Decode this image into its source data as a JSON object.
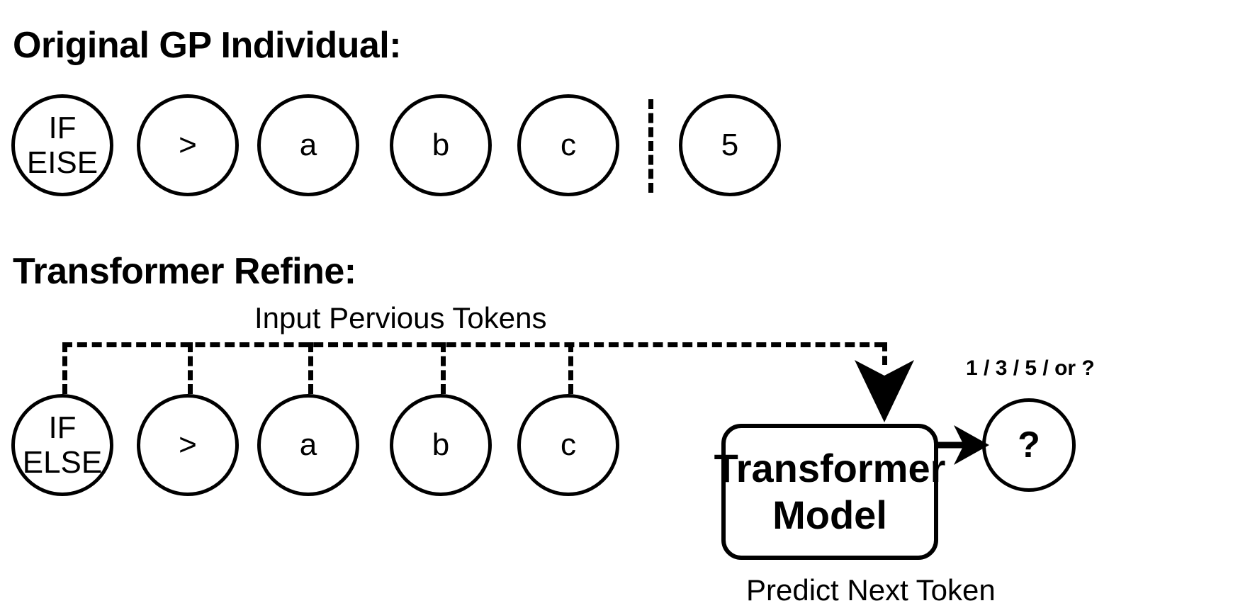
{
  "figure": {
    "background_color": "#ffffff",
    "stroke_color": "#000000"
  },
  "section_original": {
    "heading": "Original GP Individual:",
    "tokens": [
      {
        "label_line1": "IF",
        "label_line2": "EISE"
      },
      {
        "label_line1": ">",
        "label_line2": ""
      },
      {
        "label_line1": "a",
        "label_line2": ""
      },
      {
        "label_line1": "b",
        "label_line2": ""
      },
      {
        "label_line1": "c",
        "label_line2": ""
      }
    ],
    "separator": "dashed-vertical-divider",
    "trailing_token": {
      "label_line1": "5",
      "label_line2": ""
    }
  },
  "section_refine": {
    "heading": "Transformer Refine:",
    "input_label": "Input Pervious Tokens",
    "tokens": [
      {
        "label_line1": "IF",
        "label_line2": "ELSE"
      },
      {
        "label_line1": ">",
        "label_line2": ""
      },
      {
        "label_line1": "a",
        "label_line2": ""
      },
      {
        "label_line1": "b",
        "label_line2": ""
      },
      {
        "label_line1": "c",
        "label_line2": ""
      }
    ],
    "model_box": {
      "line1": "Transformer",
      "line2": "Model"
    },
    "output_token": {
      "label": "?"
    },
    "output_options_label": "1 / 3 / 5 / or ?",
    "caption": "Predict Next Token"
  }
}
